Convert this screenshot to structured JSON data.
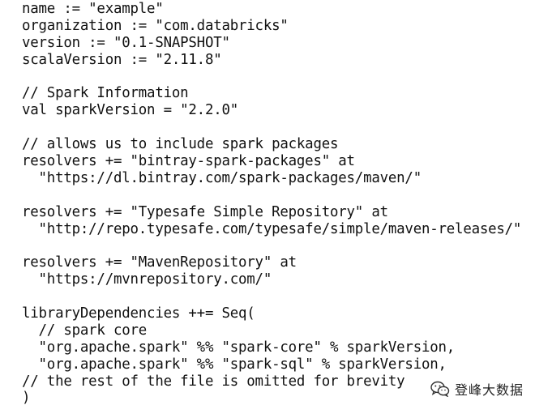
{
  "code": {
    "lines": [
      "name := \"example\"",
      "organization := \"com.databricks\"",
      "version := \"0.1-SNAPSHOT\"",
      "scalaVersion := \"2.11.8\"",
      "",
      "// Spark Information",
      "val sparkVersion = \"2.2.0\"",
      "",
      "// allows us to include spark packages",
      "resolvers += \"bintray-spark-packages\" at",
      "  \"https://dl.bintray.com/spark-packages/maven/\"",
      "",
      "resolvers += \"Typesafe Simple Repository\" at",
      "  \"http://repo.typesafe.com/typesafe/simple/maven-releases/\"",
      "",
      "resolvers += \"MavenRepository\" at",
      "  \"https://mvnrepository.com/\"",
      "",
      "libraryDependencies ++= Seq(",
      "  // spark core",
      "  \"org.apache.spark\" %% \"spark-core\" % sparkVersion,",
      "  \"org.apache.spark\" %% \"spark-sql\" % sparkVersion,",
      "// the rest of the file is omitted for brevity",
      ")"
    ]
  },
  "watermark": {
    "text": "登峰大数据",
    "icon": "wechat-icon"
  }
}
